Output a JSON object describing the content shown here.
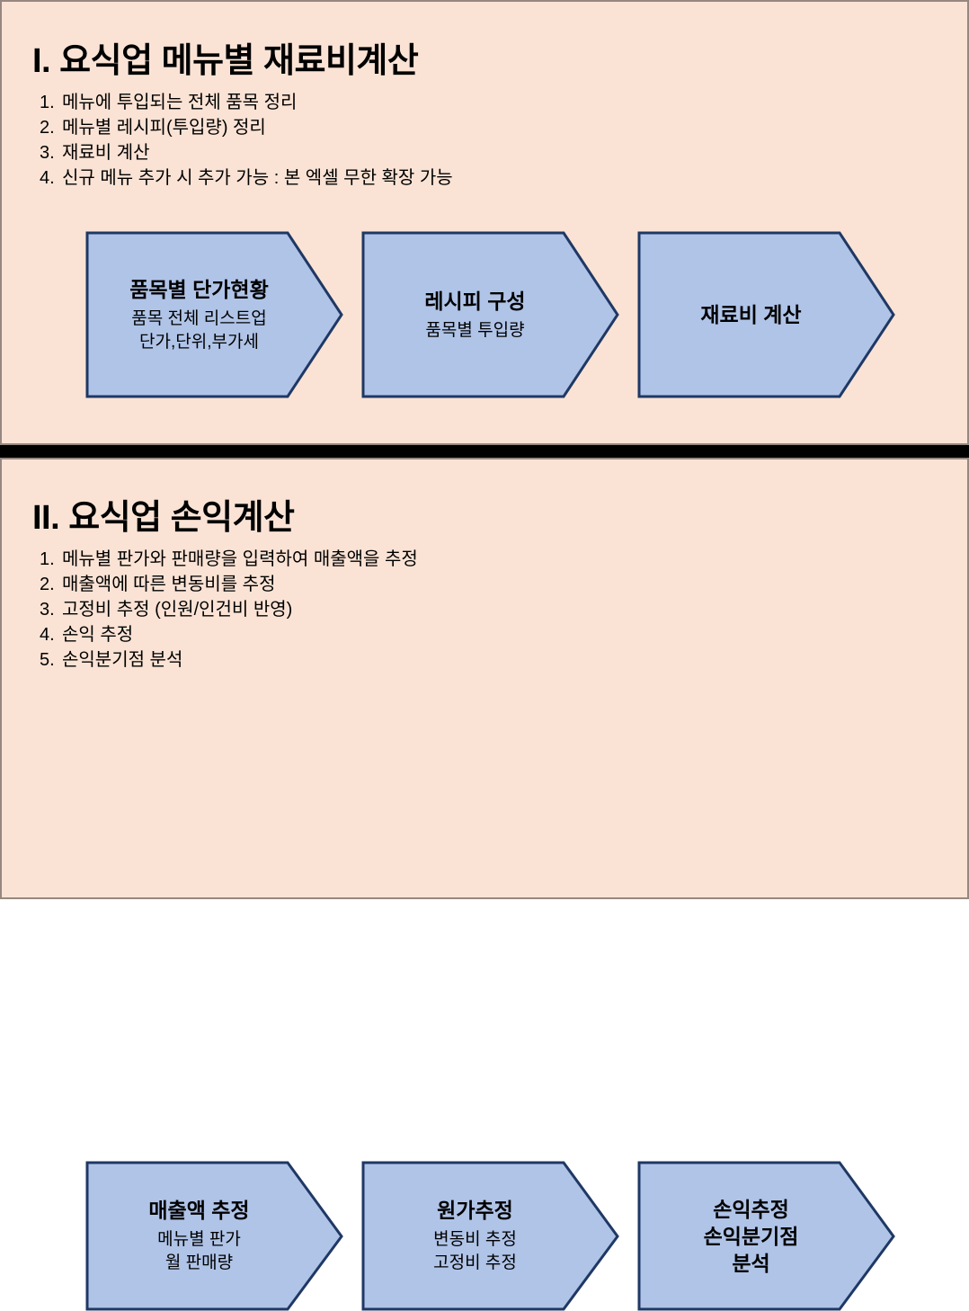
{
  "colors": {
    "panel_background": "#fae3d5",
    "panel_border": "#968880",
    "divider": "#000000",
    "arrow_fill": "#b0c4e8",
    "arrow_stroke": "#1f3864",
    "text": "#000000"
  },
  "sections": [
    {
      "title": "I. 요식업 메뉴별 재료비계산",
      "steps": [
        {
          "num": "1.",
          "text": "메뉴에 투입되는 전체 품목 정리"
        },
        {
          "num": "2.",
          "text": "메뉴별 레시피(투입량) 정리"
        },
        {
          "num": "3.",
          "text": "재료비 계산"
        },
        {
          "num": "4.",
          "text": "신규 메뉴 추가 시 추가 가능 : 본 엑셀 무한 확장 가능"
        }
      ],
      "arrows": [
        {
          "title": "품목별 단가현황",
          "sub_lines": [
            "품목 전체 리스트업",
            "단가,단위,부가세"
          ],
          "sub_bold": false
        },
        {
          "title": "레시피 구성",
          "sub_lines": [
            "품목별 투입량"
          ],
          "sub_bold": false
        },
        {
          "title": "재료비 계산",
          "sub_lines": [],
          "sub_bold": false
        }
      ]
    },
    {
      "title": "II. 요식업 손익계산",
      "steps": [
        {
          "num": "1.",
          "text": "메뉴별 판가와 판매량을 입력하여 매출액을 추정"
        },
        {
          "num": "2.",
          "text": "매출액에 따른 변동비를 추정"
        },
        {
          "num": "3.",
          "text": "고정비 추정 (인원/인건비 반영)"
        },
        {
          "num": "4.",
          "text": "손익 추정"
        },
        {
          "num": "5.",
          "text": "손익분기점 분석"
        }
      ],
      "arrows": [
        {
          "title": "매출액 추정",
          "sub_lines": [
            "메뉴별 판가",
            "월 판매량"
          ],
          "sub_bold": false
        },
        {
          "title": "원가추정",
          "sub_lines": [
            "변동비 추정",
            "고정비 추정"
          ],
          "sub_bold": false
        },
        {
          "title": "손익추정",
          "sub_lines": [
            "손익분기점",
            "분석"
          ],
          "sub_bold": true
        }
      ]
    }
  ]
}
